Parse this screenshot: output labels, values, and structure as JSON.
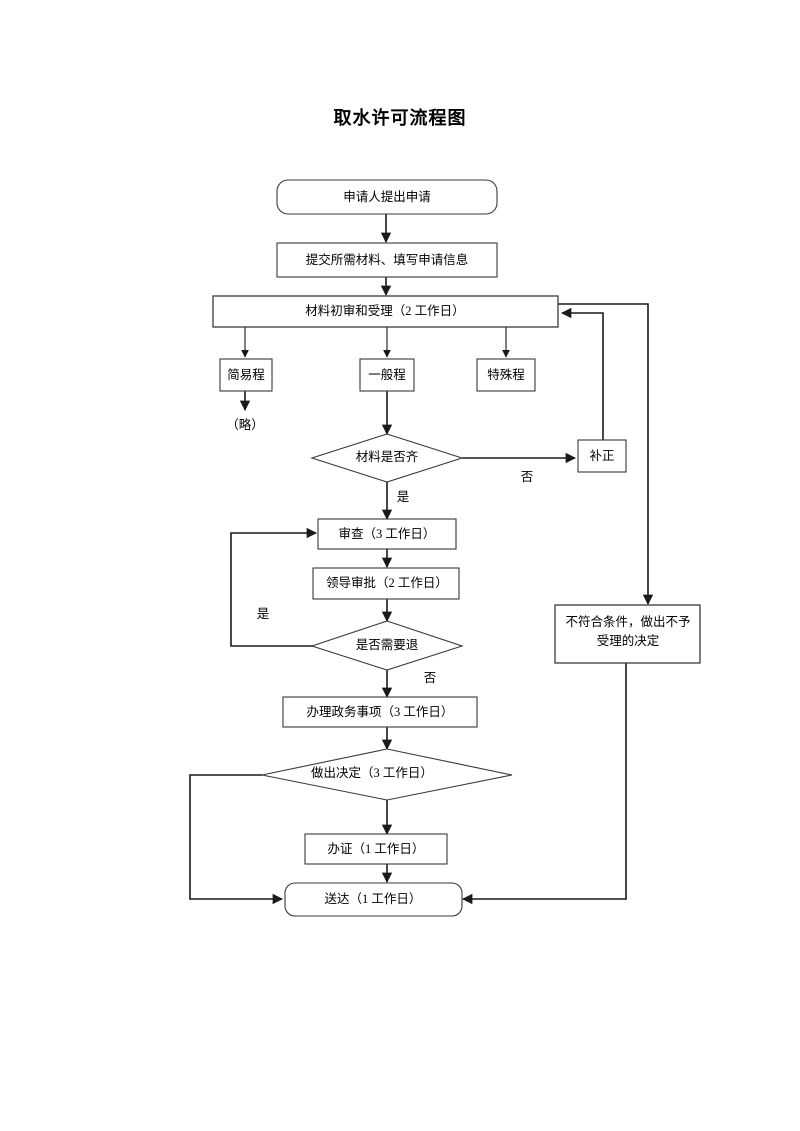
{
  "title": "取水许可流程图",
  "nodes": {
    "apply": {
      "label": "申请人提出申请",
      "shape": "rounded-rect"
    },
    "submit": {
      "label": "提交所需材料、填写申请信息",
      "shape": "rect"
    },
    "review_accept": {
      "label": "材料初审和受理（2 工作日）",
      "shape": "rect"
    },
    "simple_proc": {
      "label": "简易程",
      "shape": "rect"
    },
    "general_proc": {
      "label": "一般程",
      "shape": "rect"
    },
    "special_proc": {
      "label": "特殊程",
      "shape": "rect"
    },
    "omitted_note": {
      "label": "（略）",
      "shape": "text"
    },
    "materials_complete": {
      "label": "材料是否齐",
      "shape": "diamond"
    },
    "supplement": {
      "label": "补正",
      "shape": "rect"
    },
    "examine": {
      "label": "审查（3 工作日）",
      "shape": "rect"
    },
    "leader_approve": {
      "label": "领导审批（2 工作日）",
      "shape": "rect"
    },
    "need_return": {
      "label": "是否需要退",
      "shape": "diamond"
    },
    "handle_affairs": {
      "label": "办理政务事项（3 工作日）",
      "shape": "rect"
    },
    "make_decision": {
      "label": "做出决定（3 工作日）",
      "shape": "diamond"
    },
    "issue_cert": {
      "label": "办证（1 工作日）",
      "shape": "rect"
    },
    "deliver": {
      "label": "送达（1 工作日）",
      "shape": "rounded-rect"
    },
    "reject": {
      "label_line1": "不符合条件，做出不予",
      "label_line2": "受理的决定",
      "shape": "rect"
    }
  },
  "edge_labels": {
    "materials_no": "否",
    "materials_yes": "是",
    "return_yes": "是",
    "return_no": "否"
  },
  "colors": {
    "shape_stroke": "#3a3a3a",
    "connector_stroke": "#1a1a1a",
    "background": "#ffffff",
    "text": "#000000"
  }
}
